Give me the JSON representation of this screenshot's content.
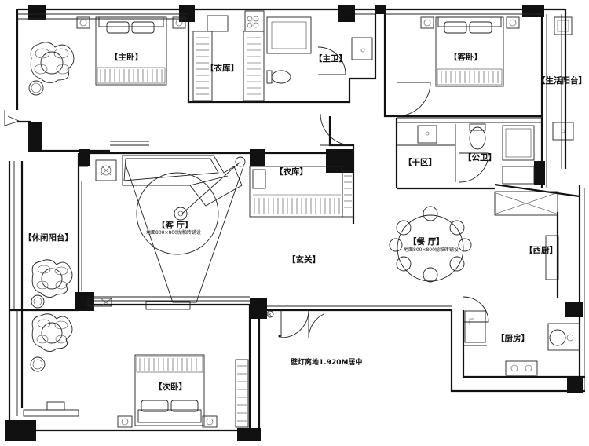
{
  "rooms": {
    "master_bedroom": "【主卧】",
    "closet_1": "【衣库】",
    "master_bath": "【主卫】",
    "guest_bedroom": "【客卧】",
    "utility_balcony": "【生活阳台】",
    "dry_area": "【干区】",
    "public_bath": "【公卫】",
    "closet_2": "【衣库】",
    "living_room": "【客 厅】",
    "leisure_balcony": "【休闲阳台】",
    "foyer": "【玄关】",
    "dining_room": "【餐 厅】",
    "western_kitchen": "【西厨】",
    "kitchen": "【厨房】",
    "second_bedroom": "【次卧】"
  },
  "notes": {
    "living_floor": "地面800×800抛釉砖铺设",
    "dining_floor": "地面800×800抛釉砖铺设",
    "wall_lamp": "壁灯离地1.920M居中"
  }
}
